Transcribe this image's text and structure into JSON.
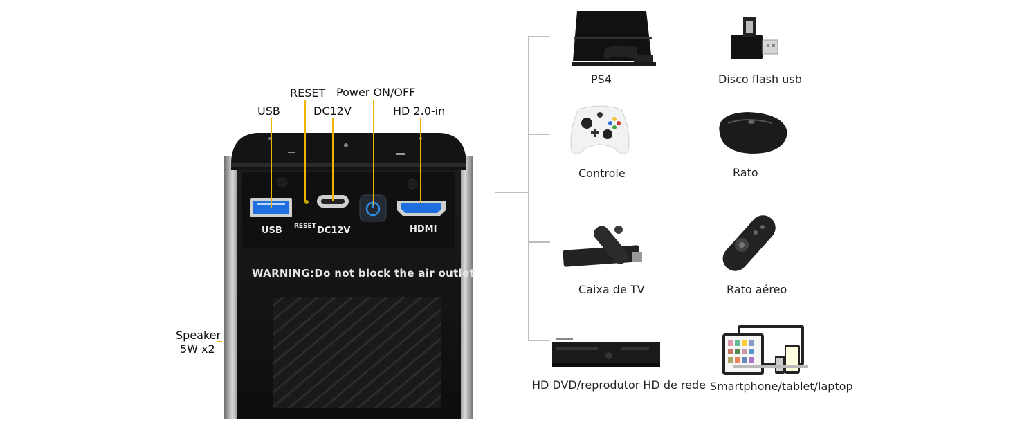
{
  "callouts": {
    "usb": "USB",
    "reset": "RESET",
    "dc12v": "DC12V",
    "power": "Power ON/OFF",
    "hd_in": "HD 2.0-in",
    "speaker_line1": "Speaker",
    "speaker_line2": "5W x2"
  },
  "device_panel": {
    "usb_port": "USB",
    "reset_port": "RESET",
    "dc_port": "DC12V",
    "hdmi_port": "HDMI",
    "warning": "WARNING:Do not block the air outlet"
  },
  "devices": [
    {
      "label": "PS4",
      "icon": "ps4-console-icon"
    },
    {
      "label": "Disco flash usb",
      "icon": "usb-flash-drive-icon"
    },
    {
      "label": "Controle",
      "icon": "game-controller-icon"
    },
    {
      "label": "Rato",
      "icon": "mouse-icon"
    },
    {
      "label": "Caixa de TV",
      "icon": "tv-stick-remote-icon"
    },
    {
      "label": "Rato aéreo",
      "icon": "air-mouse-remote-icon"
    },
    {
      "label": "HD DVD/reprodutor HD de rede",
      "icon": "dvd-player-icon"
    },
    {
      "label": "Smartphone/tablet/laptop",
      "icon": "devices-icon"
    }
  ],
  "colors": {
    "accent": "#f0b400",
    "power_led": "#2f8fe8",
    "usb_blue": "#1e6fe0"
  }
}
